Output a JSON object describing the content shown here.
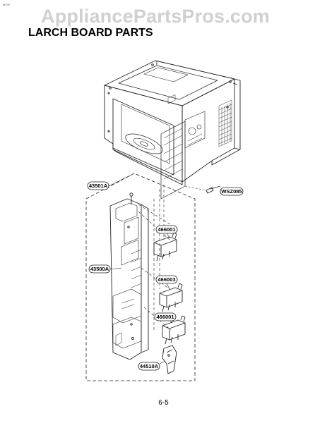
{
  "document": {
    "corner_code": "MCW",
    "watermark": "AppliancePartsPros.com",
    "title": "LARCH BOARD PARTS",
    "page_number": "6-5"
  },
  "callouts": [
    {
      "id": "43501A",
      "label": "43501A"
    },
    {
      "id": "WSZ085",
      "label": "WSZ085"
    },
    {
      "id": "466001a",
      "label": "466001"
    },
    {
      "id": "43500A",
      "label": "43500A"
    },
    {
      "id": "466003",
      "label": "466003"
    },
    {
      "id": "466001b",
      "label": "466001"
    },
    {
      "id": "44510A",
      "label": "44510A"
    }
  ]
}
